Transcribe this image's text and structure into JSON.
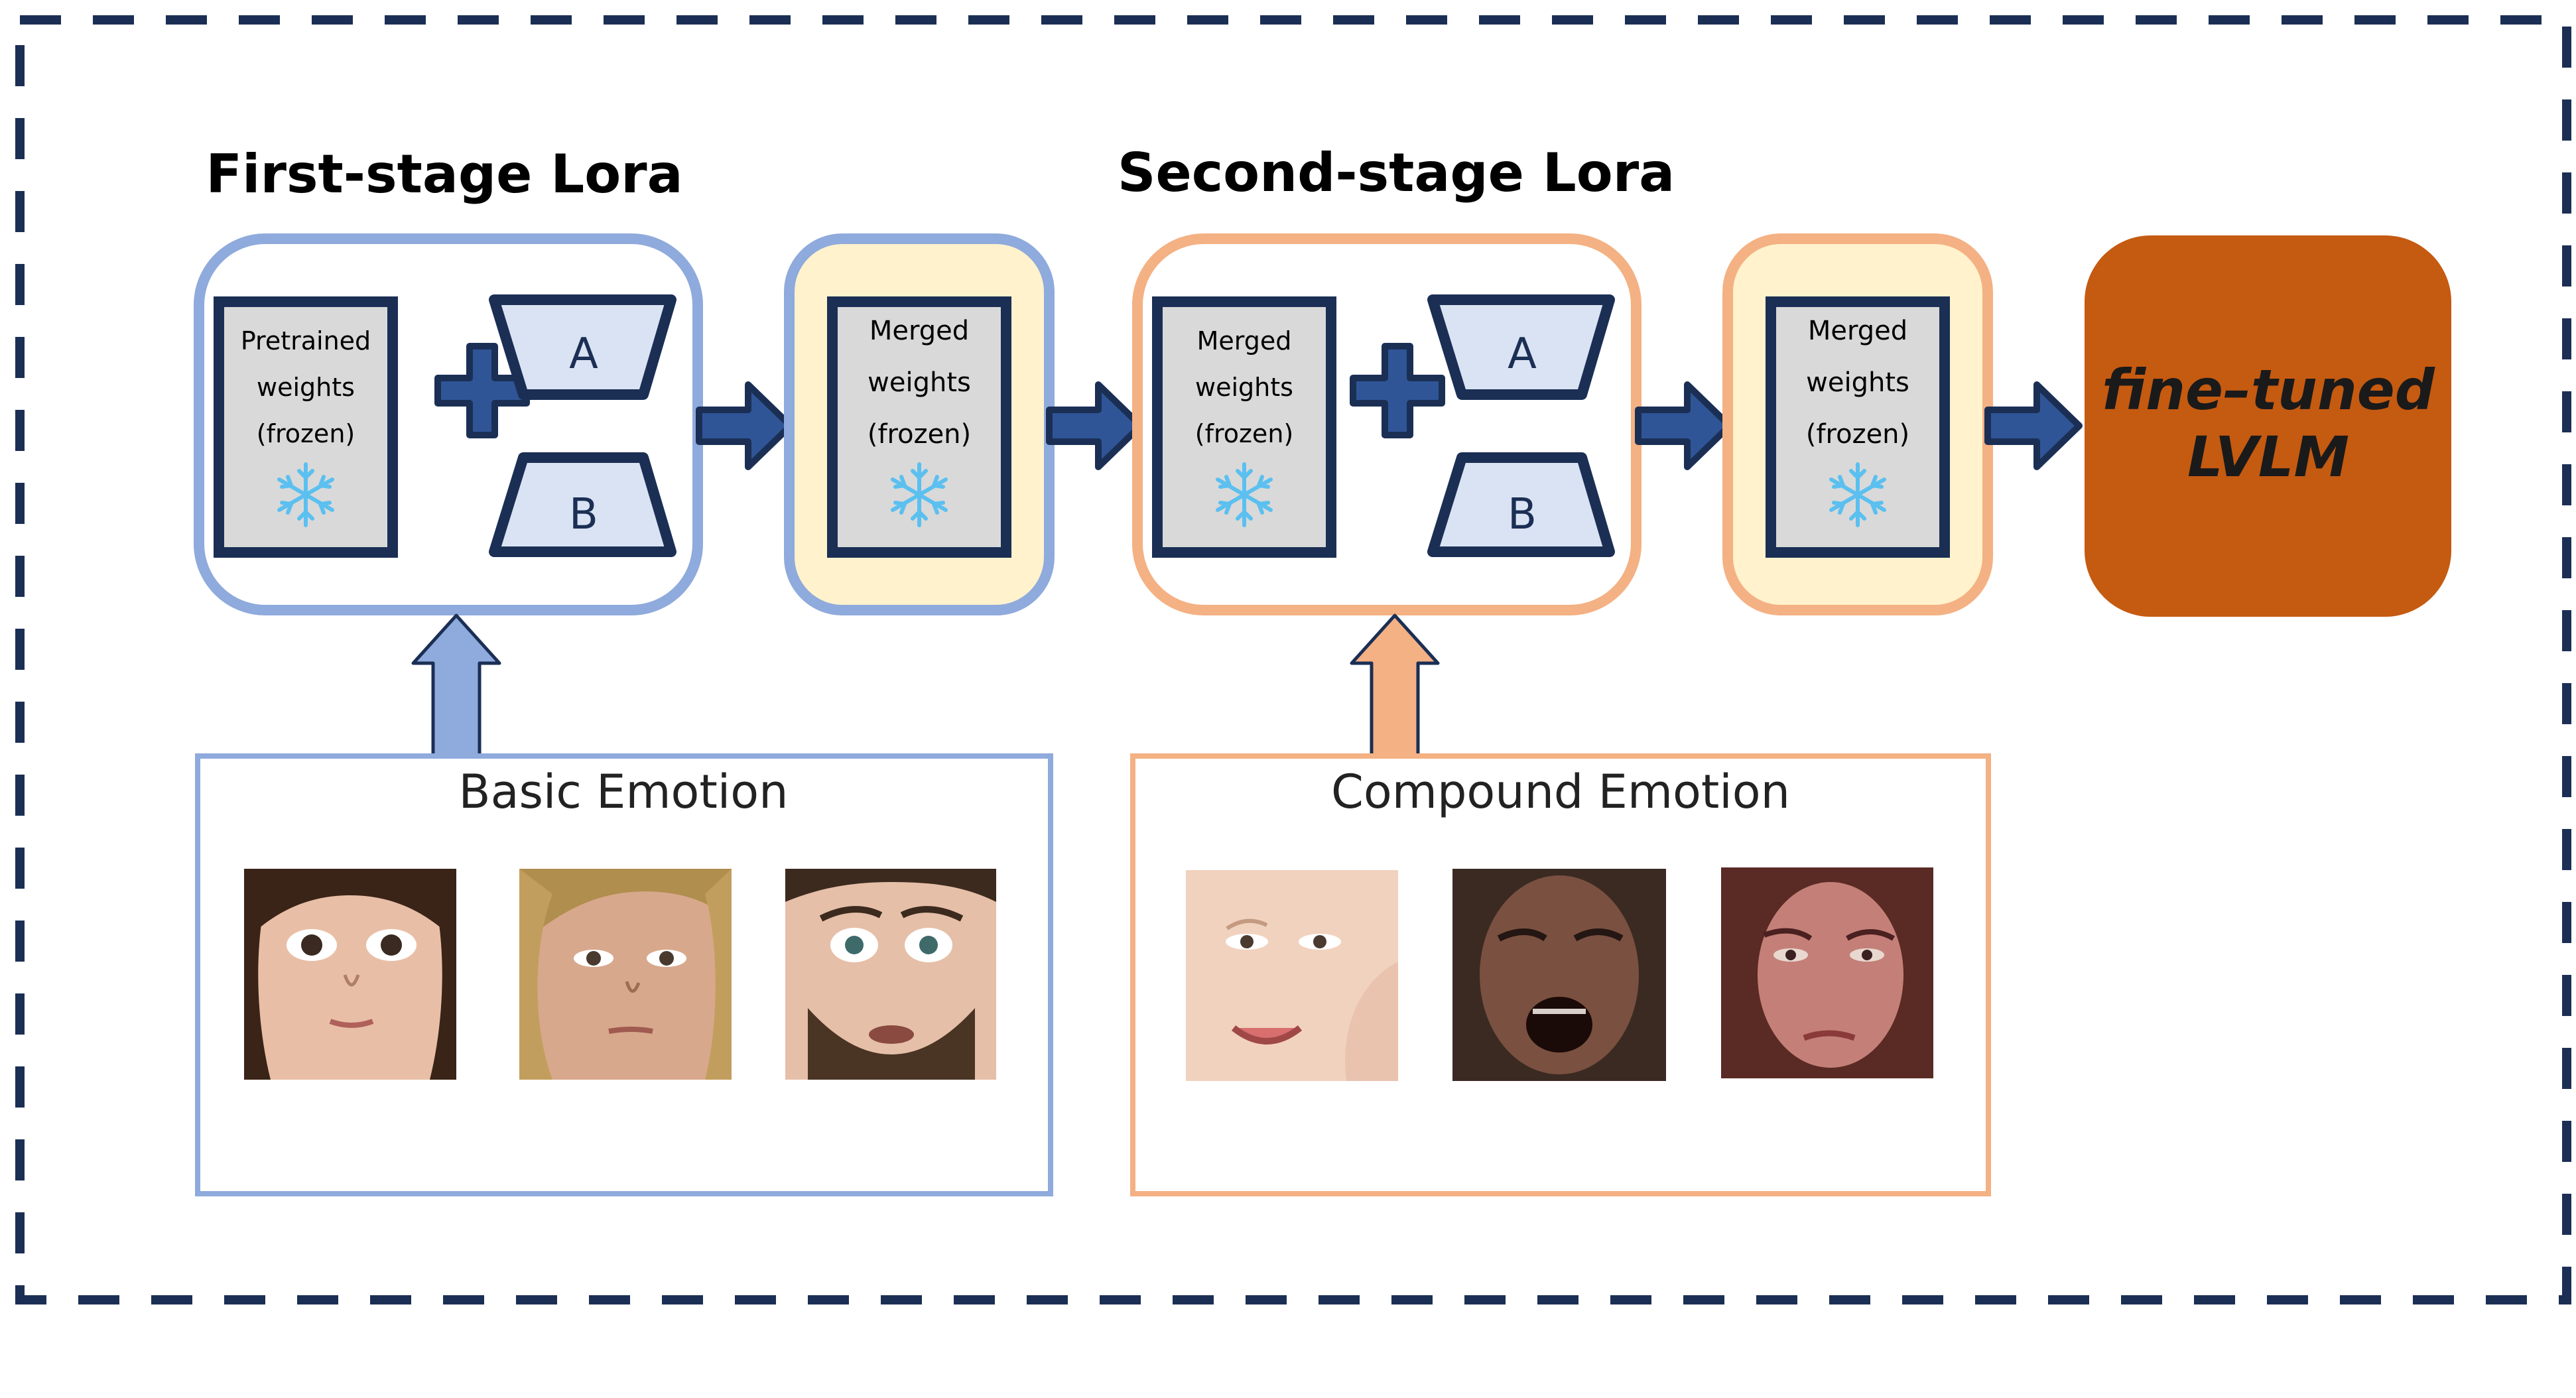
{
  "stages": {
    "first_title": "First-stage Lora",
    "second_title": "Second-stage Lora"
  },
  "blocks": {
    "pretrained": [
      "Pretrained",
      "weights",
      "(frozen)"
    ],
    "merged_1": [
      "Merged",
      "weights",
      "(frozen)"
    ],
    "merged_2": [
      "Merged",
      "weights",
      "(frozen)"
    ],
    "merged_3": [
      "Merged",
      "weights",
      "(frozen)"
    ],
    "adapter_a": "A",
    "adapter_b": "B",
    "final": [
      "fine–tuned",
      "LVLM"
    ]
  },
  "datasets": {
    "basic_title": "Basic Emotion",
    "compound_title": "Compound Emotion"
  },
  "colors": {
    "navy": "#1B2F55",
    "blue_stage": "#8FAADC",
    "orange_stage": "#F4B183",
    "cream": "#FFF2CC",
    "adapter_fill": "#DAE3F3",
    "weight_fill": "#D9D9D9",
    "arrow_fill": "#2F5597",
    "final_fill": "#C55A11",
    "snowflake": "#5BC0F0"
  },
  "icons": {
    "frozen": "snowflake-icon",
    "combine": "plus-icon"
  }
}
